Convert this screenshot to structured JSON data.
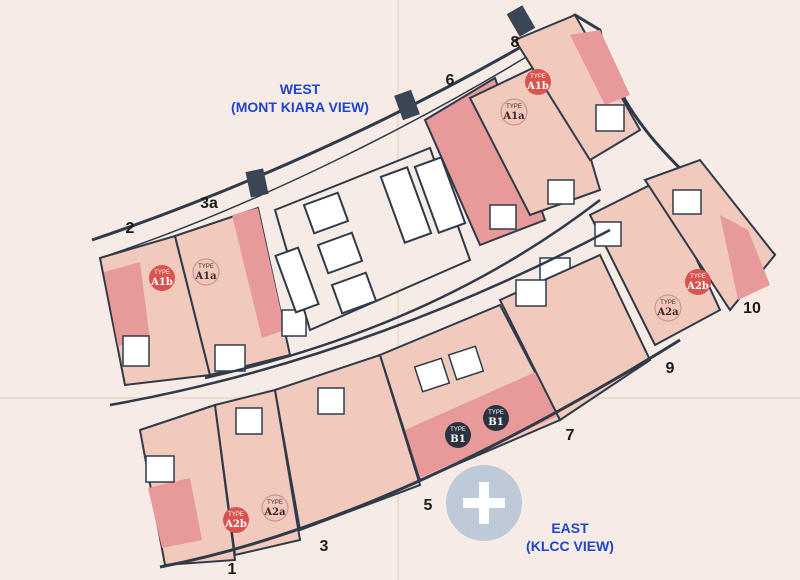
{
  "directions": {
    "west_line1": "WEST",
    "west_line2": "(MONT KIARA VIEW)",
    "east_line1": "EAST",
    "east_line2": "(KLCC VIEW)"
  },
  "unit_numbers": [
    "1",
    "2",
    "3",
    "3a",
    "5",
    "6",
    "7",
    "8",
    "9",
    "10"
  ],
  "type_badges": [
    {
      "label": "TYPE",
      "code": "A1b",
      "style": "red"
    },
    {
      "label": "TYPE",
      "code": "A1a",
      "style": "pink"
    },
    {
      "label": "TYPE",
      "code": "A1a",
      "style": "pink"
    },
    {
      "label": "TYPE",
      "code": "A1b",
      "style": "red"
    },
    {
      "label": "TYPE",
      "code": "A2b",
      "style": "red"
    },
    {
      "label": "TYPE",
      "code": "A2a",
      "style": "pink"
    },
    {
      "label": "TYPE",
      "code": "A2b",
      "style": "red"
    },
    {
      "label": "TYPE",
      "code": "A2a",
      "style": "pink"
    },
    {
      "label": "TYPE",
      "code": "B1",
      "style": "dark"
    },
    {
      "label": "TYPE",
      "code": "B1",
      "style": "dark"
    }
  ],
  "colors": {
    "background": "#f7ebe6",
    "unit_fill": "#f2c9bd",
    "bedroom_fill": "#e89a9a",
    "wall": "#2f3a4a",
    "badge_red": "#d9534f",
    "badge_pink": "#f3c6bd",
    "badge_dark": "#2c3340",
    "direction_text": "#2145c9",
    "plus_icon": "#b8c7d6"
  },
  "icons": [
    "plus-icon"
  ]
}
